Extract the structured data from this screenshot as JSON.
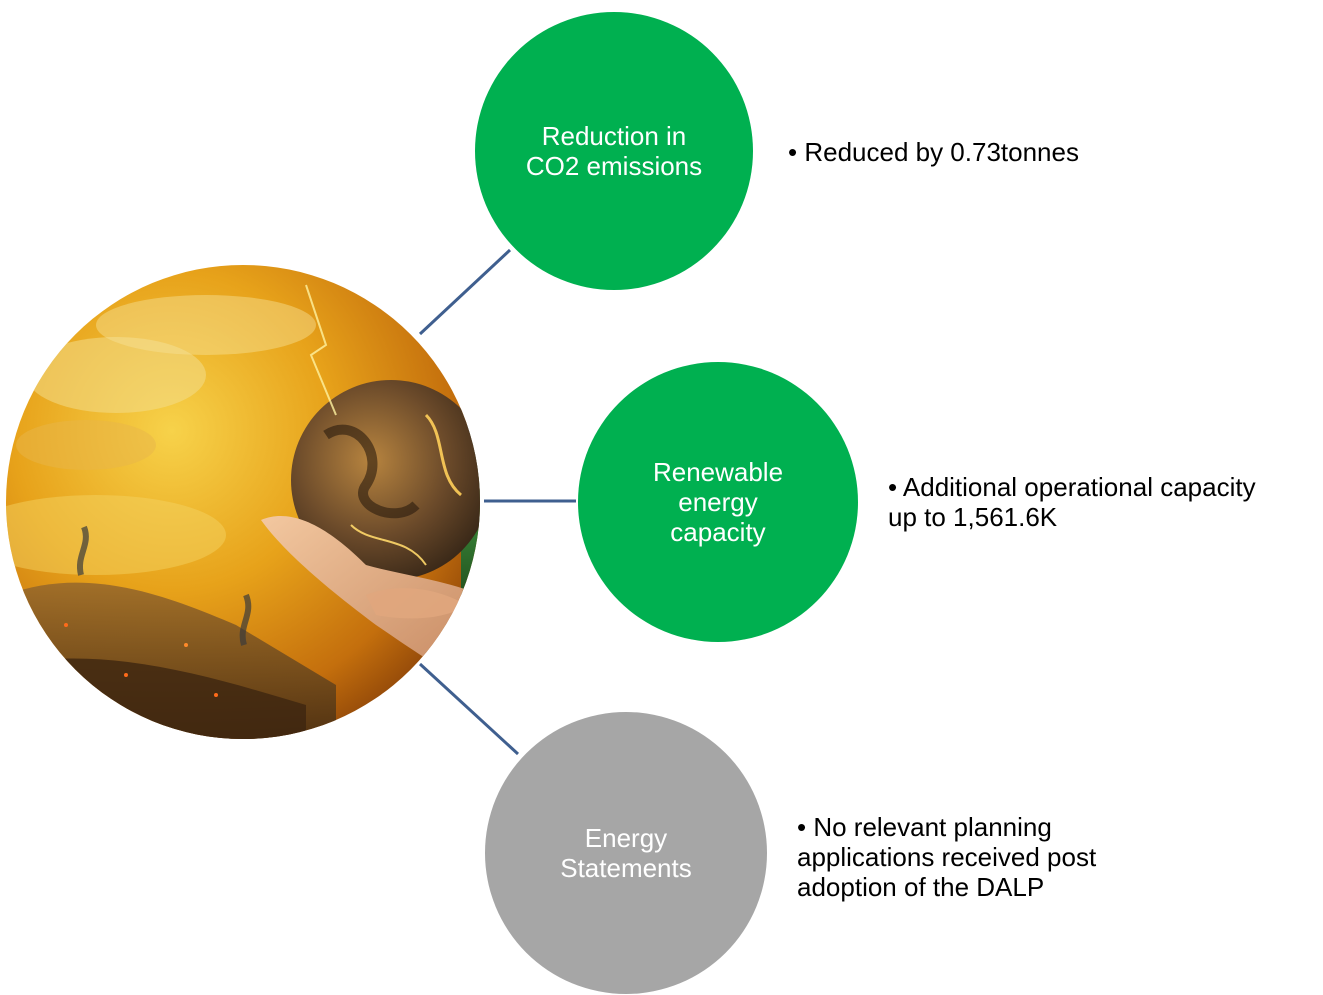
{
  "nodes": {
    "co2": {
      "label": "Reduction in\nCO2 emissions",
      "color": "#00b050",
      "bullet": "• Reduced by 0.73tonnes"
    },
    "renewable": {
      "label": "Renewable\nenergy\ncapacity",
      "color": "#00b050",
      "bullet": "• Additional operational capacity\n  up to 1,561.6K"
    },
    "energy": {
      "label": "Energy\nStatements",
      "color": "#a6a6a6",
      "bullet": "• No relevant planning\n  applications received post\n  adoption of the DALP"
    }
  },
  "colors": {
    "connector": "#3f5f8f",
    "text_on_node": "#ffffff",
    "bullet_text": "#000000"
  },
  "hero_image": {
    "icon": "globe-in-hand-icon"
  }
}
